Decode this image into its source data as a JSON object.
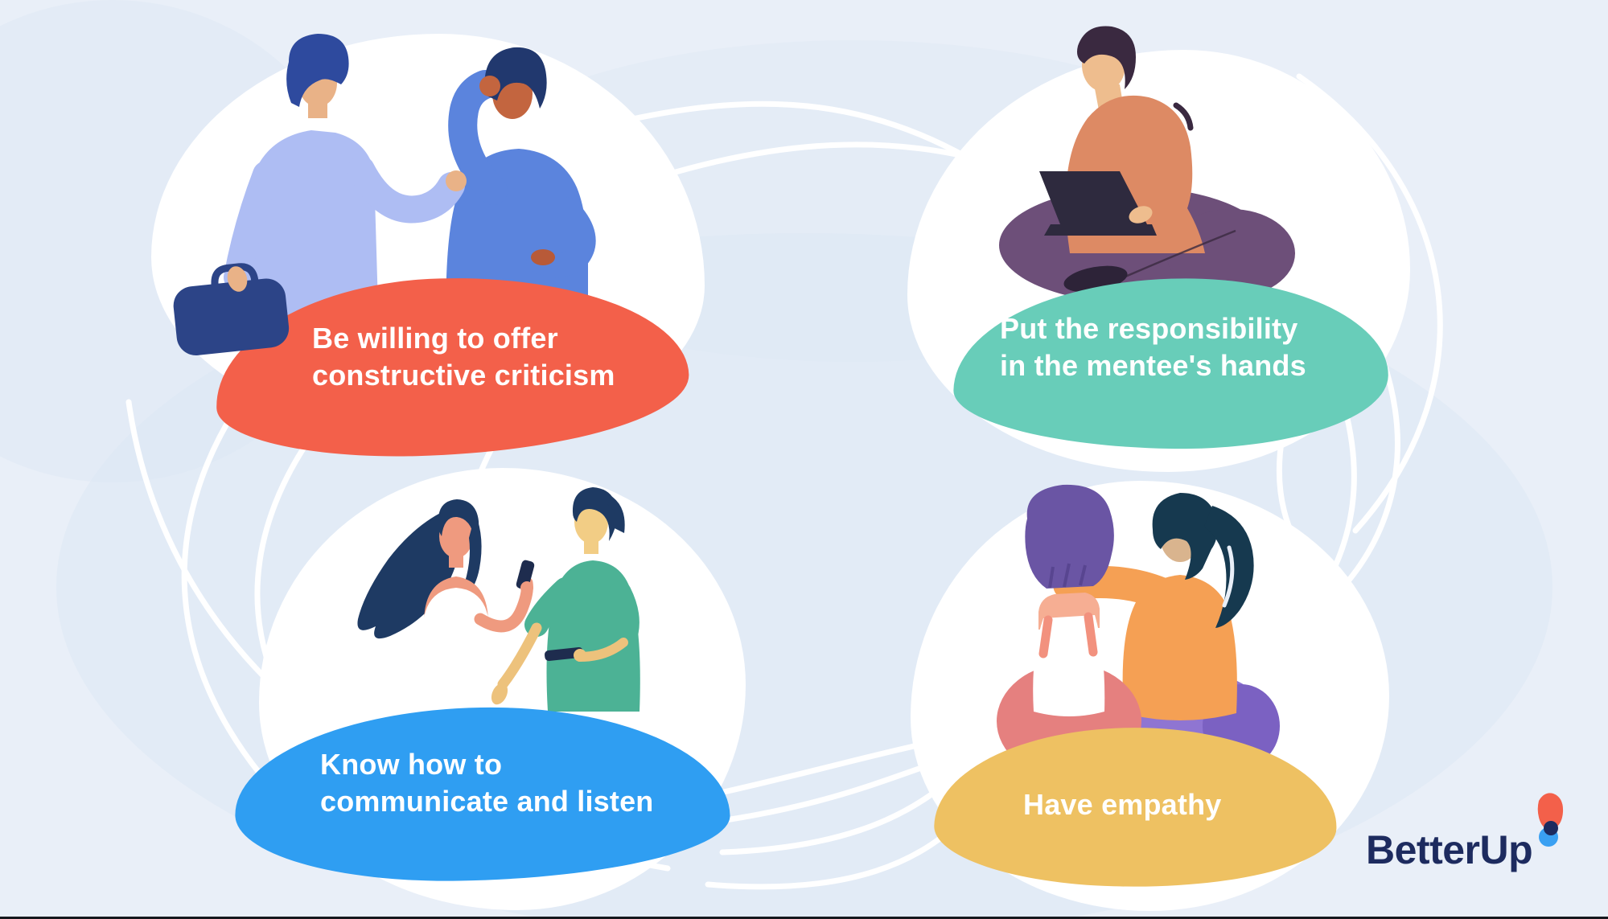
{
  "canvas": {
    "background": "#e9eff8",
    "wash": "#dce7f3",
    "connector_color": "#ffffff",
    "bottom_edge": "#15181e"
  },
  "cards": [
    {
      "id": "constructive-criticism",
      "label": "Be willing to offer\nconstructive criticism",
      "color": "#f3604a",
      "text_color": "#ffffff"
    },
    {
      "id": "mentee-responsibility",
      "label": "Put the responsibility\nin the mentee's hands",
      "color": "#68cdb9",
      "text_color": "#ffffff"
    },
    {
      "id": "communicate-listen",
      "label": "Know how to\ncommunicate and listen",
      "color": "#2f9ef2",
      "text_color": "#ffffff"
    },
    {
      "id": "have-empathy",
      "label": "Have empathy",
      "color": "#eec162",
      "text_color": "#ffffff"
    }
  ],
  "illustrations": {
    "top_left": "two-colleagues-in-conversation",
    "top_right": "person-sitting-cross-legged-with-laptop",
    "bottom_left": "two-people-sharing-phones",
    "bottom_right": "friend-with-arm-around-friend"
  },
  "logo": {
    "text": "BetterUp",
    "text_color": "#1d2b5f",
    "mark": {
      "orange": "#f3604a",
      "navy": "#1d2b5f",
      "blue": "#3aa0f2"
    }
  }
}
